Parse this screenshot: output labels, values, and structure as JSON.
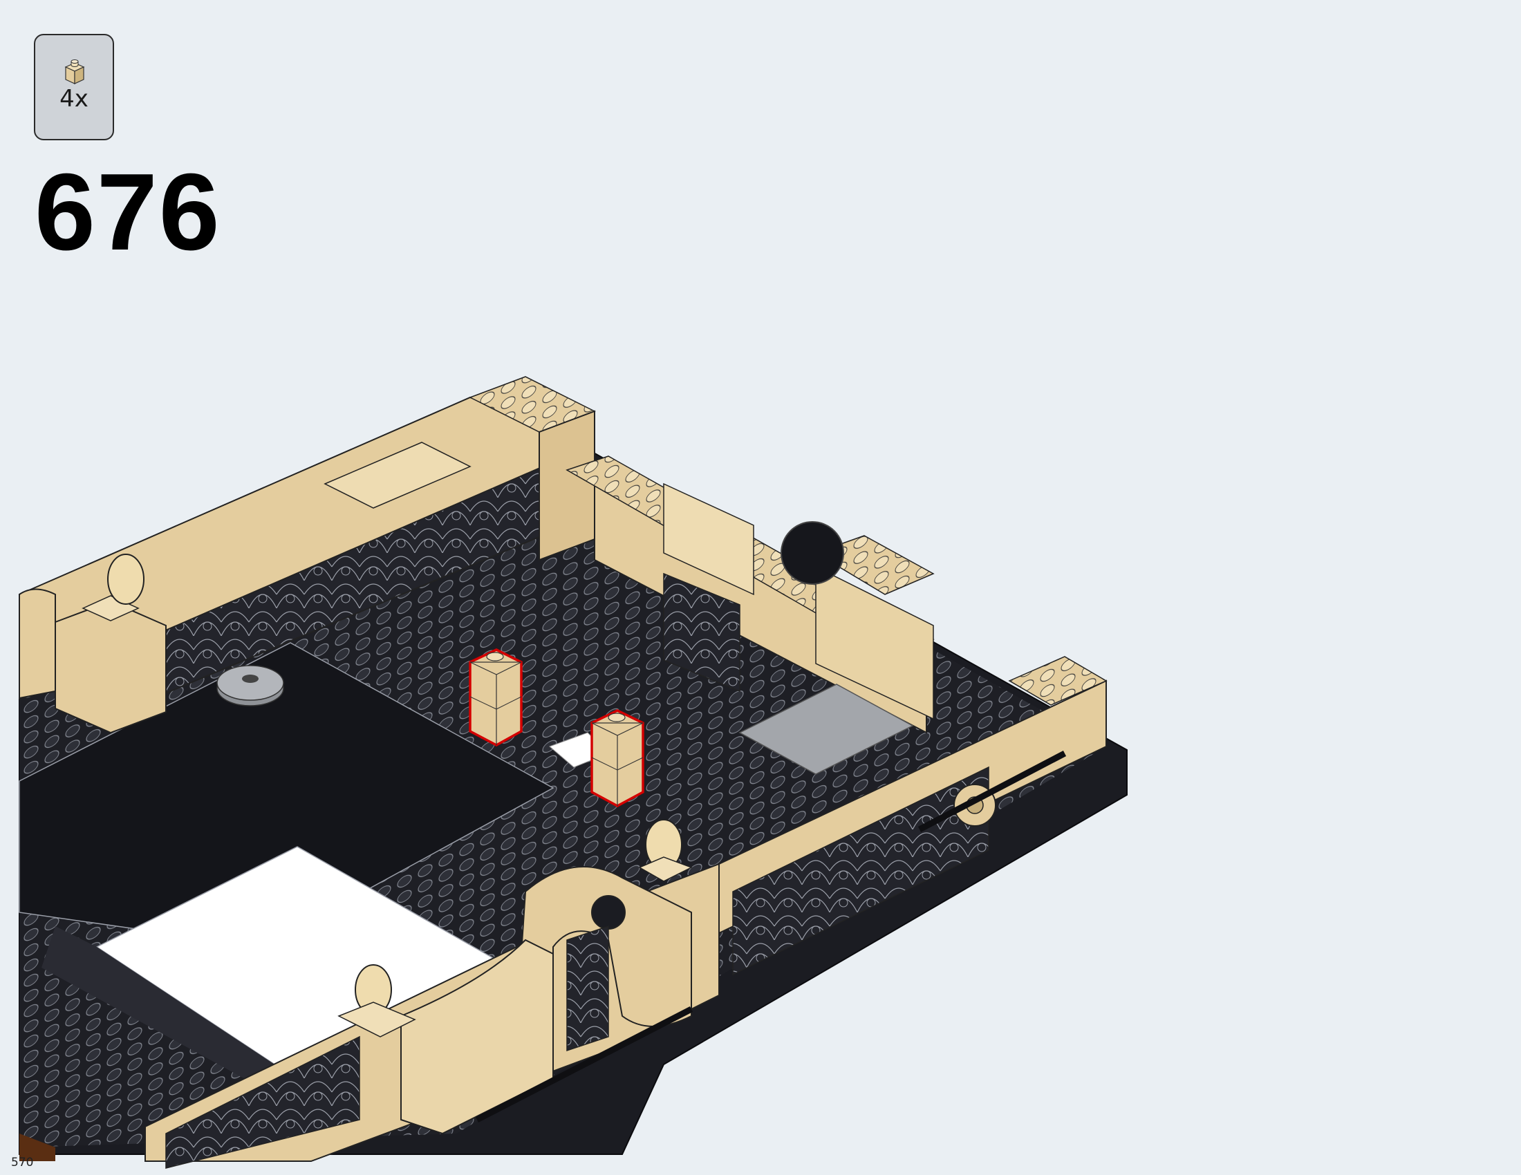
{
  "parts_list": {
    "items": [
      {
        "quantity": "4x",
        "icon": "tan-1x1-brick-icon",
        "color": "#e4cd9e"
      }
    ]
  },
  "step": {
    "number": "676"
  },
  "page": {
    "number": "570"
  },
  "colors": {
    "background": "#eaeff3",
    "tan": "#e4cd9e",
    "black": "#1b1c22",
    "highlight": "#d40000",
    "gray": "#a3a6ab"
  }
}
